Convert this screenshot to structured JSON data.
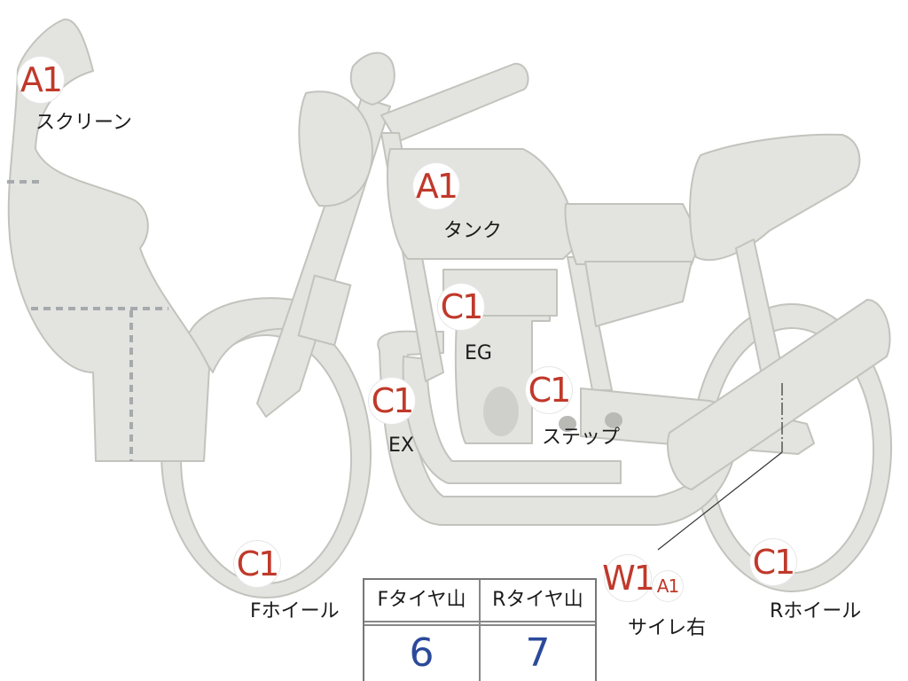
{
  "colors": {
    "part_fill": "#e3e3df",
    "part_stroke": "#c3c3be",
    "badge_text": "#c0392b",
    "tread_value": "#2b4a9a",
    "dashed_line": "#a6aaad"
  },
  "markers": [
    {
      "id": "screen",
      "grade": "A1",
      "label": "スクリーン"
    },
    {
      "id": "tank",
      "grade": "A1",
      "label": "タンク"
    },
    {
      "id": "engine",
      "grade": "C1",
      "label": "EG"
    },
    {
      "id": "exhaust",
      "grade": "C1",
      "label": "EX"
    },
    {
      "id": "step",
      "grade": "C1",
      "label": "ステップ"
    },
    {
      "id": "front-wheel",
      "grade": "C1",
      "label": "Fホイール"
    },
    {
      "id": "silencer-right",
      "grade": "W1",
      "grade_secondary": "A1",
      "label": "サイレ右"
    },
    {
      "id": "rear-wheel",
      "grade": "C1",
      "label": "Rホイール"
    }
  ],
  "tire_table": {
    "headers": [
      "Fタイヤ山",
      "Rタイヤ山"
    ],
    "values": [
      "6",
      "7"
    ]
  }
}
